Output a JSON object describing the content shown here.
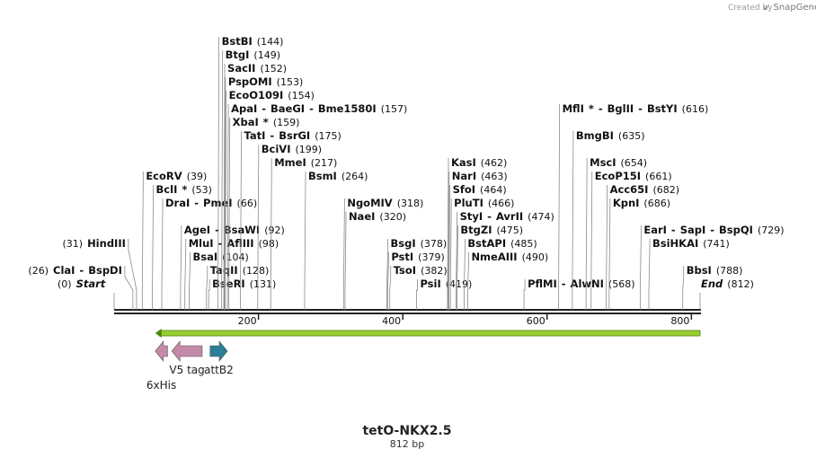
{
  "credit": {
    "prefix": "Created by",
    "brand": "SnapGene"
  },
  "map": {
    "title": "tetO-NKX2.5",
    "length_label": "812 bp",
    "total_bp": 812,
    "scale_ticks": [
      {
        "bp": 200,
        "label": "200"
      },
      {
        "bp": 400,
        "label": "400"
      },
      {
        "bp": 600,
        "label": "600"
      },
      {
        "bp": 800,
        "label": "800"
      }
    ],
    "colors": {
      "his": "#c48aa8",
      "v5": "#c48aa8",
      "attb2": "#2b7e97",
      "orf": "#9acd32",
      "orf_dark": "#4c8a10"
    },
    "features": [
      {
        "id": "6xhis",
        "label": "6xHis",
        "start": 57,
        "end": 74,
        "direction": "reverse"
      },
      {
        "id": "v5",
        "label": "V5 tag",
        "start": 80,
        "end": 122,
        "direction": "reverse"
      },
      {
        "id": "attb2",
        "label": "attB2",
        "start": 133,
        "end": 157,
        "direction": "forward"
      }
    ],
    "orf": {
      "start": 57,
      "end": 812,
      "direction": "reverse"
    }
  },
  "sites": [
    {
      "row": 0,
      "pos": 0,
      "items": [
        {
          "t": "(0)"
        },
        {
          "t": "Start",
          "italic": true
        }
      ]
    },
    {
      "row": 0,
      "pos": 131,
      "items": [
        {
          "t": "BseRI"
        },
        {
          "t": "(131)"
        }
      ]
    },
    {
      "row": 1,
      "pos": 128,
      "items": [
        {
          "t": "TaqII"
        },
        {
          "t": "(128)"
        }
      ]
    },
    {
      "row": 2,
      "pos": 104,
      "items": [
        {
          "t": "BsaI"
        },
        {
          "t": "(104)"
        }
      ]
    },
    {
      "row": 3,
      "pos": 98,
      "items": [
        {
          "t": "MluI"
        },
        {
          "t": "-"
        },
        {
          "t": "AflIII"
        },
        {
          "t": "(98)"
        }
      ]
    },
    {
      "row": 4,
      "pos": 92,
      "items": [
        {
          "t": "AgeI"
        },
        {
          "t": "-"
        },
        {
          "t": "BsaWI"
        },
        {
          "t": "(92)"
        }
      ]
    },
    {
      "row": 6,
      "pos": 66,
      "items": [
        {
          "t": "DraI"
        },
        {
          "t": "-"
        },
        {
          "t": "PmeI"
        },
        {
          "t": "(66)"
        }
      ]
    },
    {
      "row": 7,
      "pos": 53,
      "items": [
        {
          "t": "BclI"
        },
        {
          "t": "*"
        },
        {
          "t": "(53)"
        }
      ]
    },
    {
      "row": 8,
      "pos": 39,
      "items": [
        {
          "t": "EcoRV"
        },
        {
          "t": "(39)"
        }
      ]
    },
    {
      "row": 1,
      "pos": 26,
      "items": [
        {
          "t": "(26)"
        },
        {
          "t": "ClaI"
        },
        {
          "t": "-"
        },
        {
          "t": "BspDI"
        }
      ]
    },
    {
      "row": 3,
      "pos": 31,
      "items": [
        {
          "t": "(31)"
        },
        {
          "t": "HindIII"
        }
      ]
    },
    {
      "row": 9,
      "pos": 217,
      "items": [
        {
          "t": "MmeI"
        },
        {
          "t": "(217)"
        }
      ]
    },
    {
      "row": 10,
      "pos": 199,
      "items": [
        {
          "t": "BciVI"
        },
        {
          "t": "(199)"
        }
      ]
    },
    {
      "row": 11,
      "pos": 175,
      "items": [
        {
          "t": "TatI"
        },
        {
          "t": "-"
        },
        {
          "t": "BsrGI"
        },
        {
          "t": "(175)"
        }
      ]
    },
    {
      "row": 12,
      "pos": 159,
      "items": [
        {
          "t": "XbaI"
        },
        {
          "t": "*"
        },
        {
          "t": "(159)"
        }
      ]
    },
    {
      "row": 13,
      "pos": 157,
      "items": [
        {
          "t": "ApaI"
        },
        {
          "t": "-"
        },
        {
          "t": "BaeGI"
        },
        {
          "t": "-"
        },
        {
          "t": "Bme1580I"
        },
        {
          "t": "(157)"
        }
      ]
    },
    {
      "row": 14,
      "pos": 154,
      "items": [
        {
          "t": "EcoO109I"
        },
        {
          "t": "(154)"
        }
      ]
    },
    {
      "row": 15,
      "pos": 153,
      "items": [
        {
          "t": "PspOMI"
        },
        {
          "t": "(153)"
        }
      ]
    },
    {
      "row": 16,
      "pos": 152,
      "items": [
        {
          "t": "SacII"
        },
        {
          "t": "(152)"
        }
      ]
    },
    {
      "row": 17,
      "pos": 149,
      "items": [
        {
          "t": "BtgI"
        },
        {
          "t": "(149)"
        }
      ]
    },
    {
      "row": 18,
      "pos": 144,
      "items": [
        {
          "t": "BstBI"
        },
        {
          "t": "(144)"
        }
      ]
    },
    {
      "row": 8,
      "pos": 264,
      "items": [
        {
          "t": "BsmI"
        },
        {
          "t": "(264)"
        }
      ]
    },
    {
      "row": 6,
      "pos": 318,
      "items": [
        {
          "t": "NgoMIV"
        },
        {
          "t": "(318)"
        }
      ]
    },
    {
      "row": 5,
      "pos": 320,
      "items": [
        {
          "t": "NaeI"
        },
        {
          "t": "(320)"
        }
      ]
    },
    {
      "row": 0,
      "pos": 419,
      "items": [
        {
          "t": "PsiI"
        },
        {
          "t": "(419)"
        }
      ]
    },
    {
      "row": 1,
      "pos": 382,
      "items": [
        {
          "t": "TsoI"
        },
        {
          "t": "(382)"
        }
      ]
    },
    {
      "row": 2,
      "pos": 379,
      "items": [
        {
          "t": "PstI"
        },
        {
          "t": "(379)"
        }
      ]
    },
    {
      "row": 3,
      "pos": 378,
      "items": [
        {
          "t": "BsgI"
        },
        {
          "t": "(378)"
        }
      ]
    },
    {
      "row": 9,
      "pos": 462,
      "items": [
        {
          "t": "KasI"
        },
        {
          "t": "(462)"
        }
      ]
    },
    {
      "row": 8,
      "pos": 463,
      "items": [
        {
          "t": "NarI"
        },
        {
          "t": "(463)"
        }
      ]
    },
    {
      "row": 7,
      "pos": 464,
      "items": [
        {
          "t": "SfoI"
        },
        {
          "t": "(464)"
        }
      ]
    },
    {
      "row": 6,
      "pos": 466,
      "items": [
        {
          "t": "PluTI"
        },
        {
          "t": "(466)"
        }
      ]
    },
    {
      "row": 5,
      "pos": 474,
      "items": [
        {
          "t": "StyI"
        },
        {
          "t": "-"
        },
        {
          "t": "AvrII"
        },
        {
          "t": "(474)"
        }
      ]
    },
    {
      "row": 4,
      "pos": 475,
      "items": [
        {
          "t": "BtgZI"
        },
        {
          "t": "(475)"
        }
      ]
    },
    {
      "row": 3,
      "pos": 485,
      "items": [
        {
          "t": "BstAPI"
        },
        {
          "t": "(485)"
        }
      ]
    },
    {
      "row": 2,
      "pos": 490,
      "items": [
        {
          "t": "NmeAIII"
        },
        {
          "t": "(490)"
        }
      ]
    },
    {
      "row": 0,
      "pos": 568,
      "items": [
        {
          "t": "PflMI"
        },
        {
          "t": "-"
        },
        {
          "t": "AlwNI"
        },
        {
          "t": "(568)"
        }
      ]
    },
    {
      "row": 0,
      "pos": 812,
      "items": [
        {
          "t": "End",
          "italic": true
        },
        {
          "t": "(812)"
        }
      ]
    },
    {
      "row": 1,
      "pos": 788,
      "items": [
        {
          "t": "BbsI"
        },
        {
          "t": "(788)"
        }
      ]
    },
    {
      "row": 3,
      "pos": 741,
      "items": [
        {
          "t": "BsiHKAI"
        },
        {
          "t": "(741)"
        }
      ]
    },
    {
      "row": 4,
      "pos": 729,
      "items": [
        {
          "t": "EarI"
        },
        {
          "t": "-"
        },
        {
          "t": "SapI"
        },
        {
          "t": "-"
        },
        {
          "t": "BspQI"
        },
        {
          "t": "(729)"
        }
      ]
    },
    {
      "row": 6,
      "pos": 686,
      "items": [
        {
          "t": "KpnI"
        },
        {
          "t": "(686)"
        }
      ]
    },
    {
      "row": 7,
      "pos": 682,
      "items": [
        {
          "t": "Acc65I"
        },
        {
          "t": "(682)"
        }
      ]
    },
    {
      "row": 8,
      "pos": 661,
      "items": [
        {
          "t": "EcoP15I"
        },
        {
          "t": "(661)"
        }
      ]
    },
    {
      "row": 9,
      "pos": 654,
      "items": [
        {
          "t": "MscI"
        },
        {
          "t": "(654)"
        }
      ]
    },
    {
      "row": 11,
      "pos": 635,
      "items": [
        {
          "t": "BmgBI"
        },
        {
          "t": "(635)"
        }
      ]
    },
    {
      "row": 13,
      "pos": 616,
      "items": [
        {
          "t": "MflI"
        },
        {
          "t": "*"
        },
        {
          "t": "-"
        },
        {
          "t": "BglII"
        },
        {
          "t": "-"
        },
        {
          "t": "BstYI"
        },
        {
          "t": "(616)"
        }
      ]
    }
  ]
}
